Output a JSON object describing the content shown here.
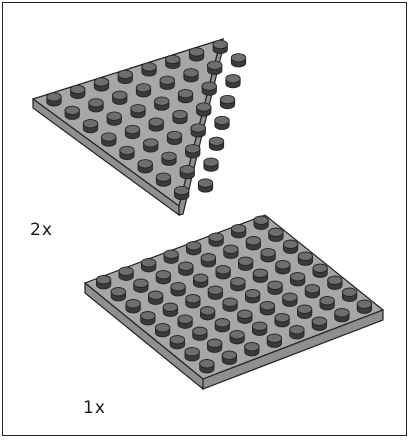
{
  "parts": [
    {
      "name": "wedge-plate-8x8",
      "quantity_label": "2x",
      "quantity": 2
    },
    {
      "name": "plate-8x8",
      "quantity_label": "1x",
      "quantity": 1
    }
  ],
  "colors": {
    "plate_top": "#a7a7a7",
    "plate_side": "#8f8f8f",
    "plate_edge": "#222222",
    "stud_top": "#6e6e6e",
    "stud_side": "#3a3a3a"
  }
}
